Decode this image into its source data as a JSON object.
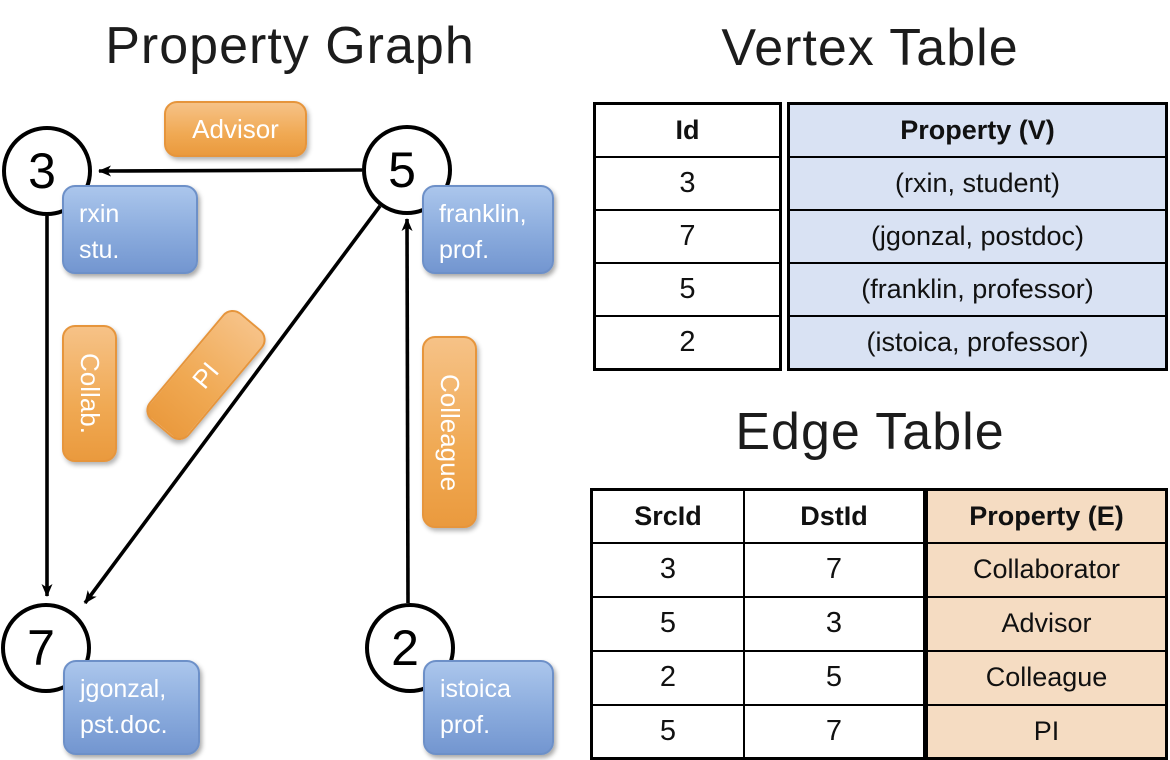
{
  "graph": {
    "title": "Property Graph",
    "nodes": [
      {
        "id": "3",
        "label_line1": "rxin",
        "label_line2": "stu."
      },
      {
        "id": "5",
        "label_line1": "franklin,",
        "label_line2": "prof."
      },
      {
        "id": "7",
        "label_line1": "jgonzal,",
        "label_line2": "pst.doc."
      },
      {
        "id": "2",
        "label_line1": "istoica",
        "label_line2": "prof."
      }
    ],
    "edge_labels": {
      "advisor": "Advisor",
      "collab": "Collab.",
      "pi": "PI",
      "colleague": "Colleague"
    }
  },
  "vertex_table": {
    "title": "Vertex Table",
    "headers": [
      "Id",
      "Property (V)"
    ],
    "rows": [
      [
        "3",
        "(rxin, student)"
      ],
      [
        "7",
        "(jgonzal, postdoc)"
      ],
      [
        "5",
        "(franklin, professor)"
      ],
      [
        "2",
        "(istoica, professor)"
      ]
    ]
  },
  "edge_table": {
    "title": "Edge Table",
    "headers": [
      "SrcId",
      "DstId",
      "Property (E)"
    ],
    "rows": [
      [
        "3",
        "7",
        "Collaborator"
      ],
      [
        "5",
        "3",
        "Advisor"
      ],
      [
        "2",
        "5",
        "Colleague"
      ],
      [
        "5",
        "7",
        "PI"
      ]
    ]
  },
  "colors": {
    "edge_label_fill": "#f0a953",
    "edge_label_border": "#e6953c",
    "vertex_label_fill": "#8aabdd",
    "vertex_label_border": "#6d90c8",
    "vertex_table_property_bg": "#d9e2f3",
    "edge_table_property_bg": "#f5dcc2",
    "line_color": "#000000"
  }
}
